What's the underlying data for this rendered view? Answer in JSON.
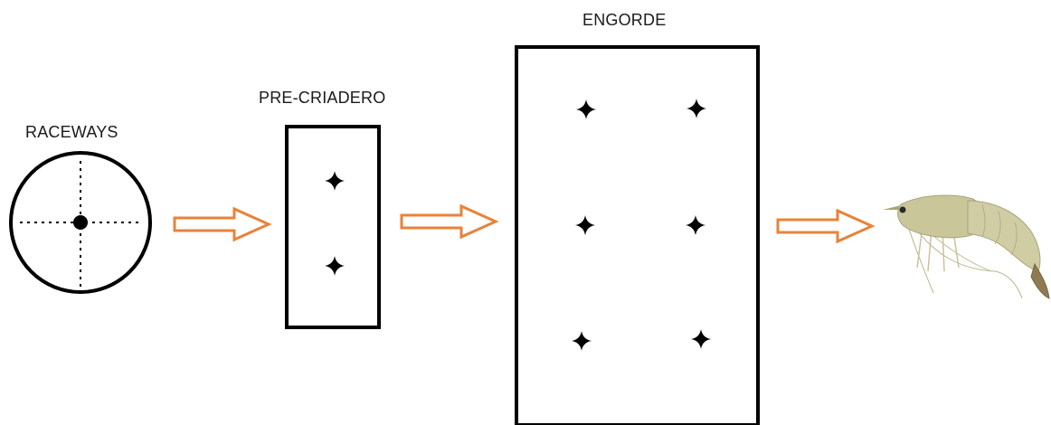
{
  "stages": {
    "raceways": {
      "label": "RACEWAYS"
    },
    "pre_criadero": {
      "label": "PRE-CRIADERO"
    },
    "engorde": {
      "label": "ENGORDE"
    }
  },
  "colors": {
    "outline": "#000000",
    "arrow_stroke": "#e8833a",
    "background": "#ffffff",
    "shrimp_body": "#c9c69a",
    "shrimp_shade": "#a8a47a"
  },
  "icons": {
    "aerator": "four-point-star-icon",
    "flow_arrow": "hollow-right-arrow-icon",
    "product": "shrimp-icon"
  }
}
